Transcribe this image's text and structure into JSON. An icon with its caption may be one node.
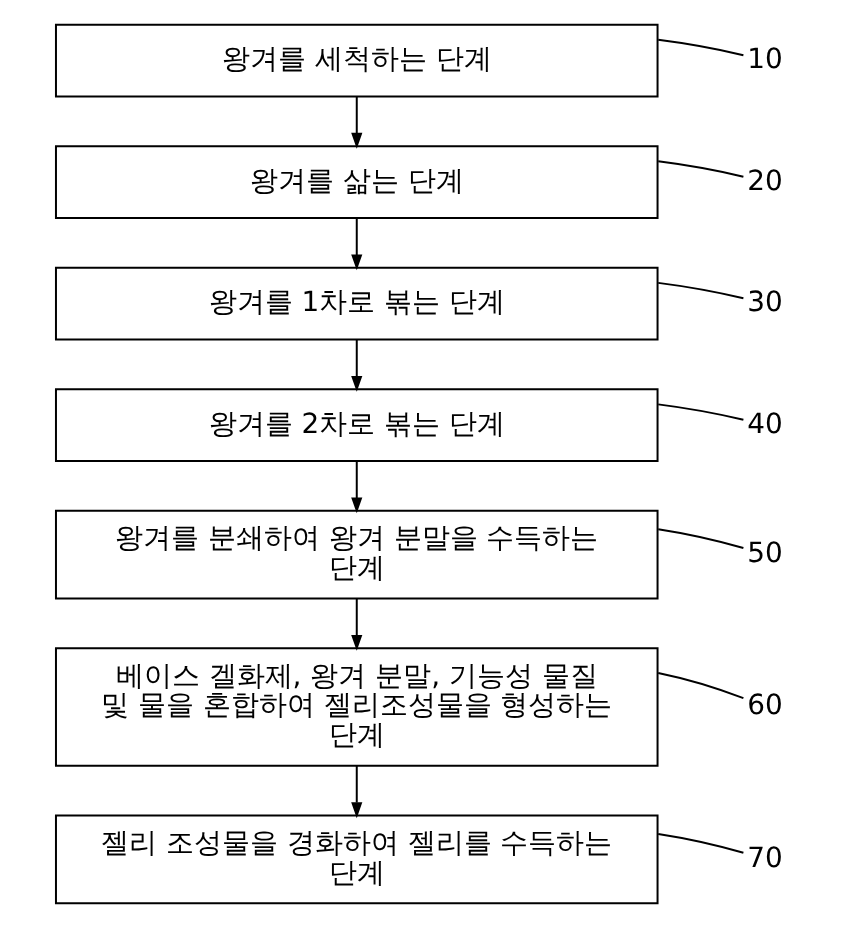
{
  "diagram": {
    "nodes": [
      {
        "text": [
          "왕겨를 세척하는 단계"
        ]
      },
      {
        "text": [
          "왕겨를 삶는 단계"
        ]
      },
      {
        "text": [
          "왕겨를 1차로 볶는 단계"
        ]
      },
      {
        "text": [
          "왕겨를 2차로 볶는 단계"
        ]
      },
      {
        "text": [
          "왕겨를 분쇄하여 왕겨 분말을 수득하는 단계"
        ]
      },
      {
        "text": [
          "베이스 겔화제, 왕겨 분말, 기능성 물질 및 물을 혼합하여 젤리조성물을 형성하는 단계"
        ]
      },
      {
        "text": [
          "젤리 조성물을 경화하여 젤리를 수득하는 단계"
        ]
      },
      {
        "text": [
          "10"
        ]
      },
      {
        "text": [
          "20"
        ]
      },
      {
        "text": [
          "30"
        ]
      },
      {
        "text": [
          "40"
        ]
      },
      {
        "text": [
          "50"
        ]
      },
      {
        "text": [
          "60"
        ]
      },
      {
        "text": [
          "70"
        ]
      }
    ],
    "edges": [
      {
        "from": 0,
        "to": 1,
        "arrow": "to"
      },
      {
        "from": 1,
        "to": 2,
        "arrow": "to"
      },
      {
        "from": 2,
        "to": 3,
        "arrow": "to"
      },
      {
        "from": 3,
        "to": 4,
        "arrow": "to"
      },
      {
        "from": 4,
        "to": 5,
        "arrow": "to"
      },
      {
        "from": 5,
        "to": 6,
        "arrow": "to"
      },
      {
        "from": 7,
        "to": 0,
        "arrow": "none"
      },
      {
        "from": 8,
        "to": 1,
        "arrow": "none"
      },
      {
        "from": 9,
        "to": 2,
        "arrow": "none"
      },
      {
        "from": 10,
        "to": 3,
        "arrow": "none"
      },
      {
        "from": 11,
        "to": 4,
        "arrow": "none"
      },
      {
        "from": 12,
        "to": 5,
        "arrow": "none"
      },
      {
        "from": 13,
        "to": 6,
        "arrow": "none"
      }
    ]
  }
}
